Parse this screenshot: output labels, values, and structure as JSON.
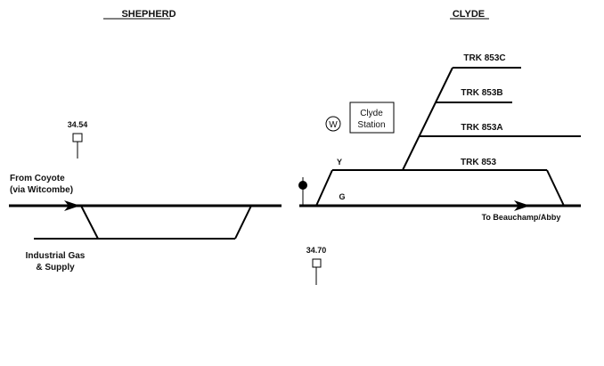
{
  "stations": {
    "left": {
      "title": "SHEPHERD"
    },
    "right": {
      "title": "CLYDE"
    }
  },
  "labels": {
    "from_line1": "From Coyote",
    "from_line2": "(via Witcombe)",
    "industry_line1": "Industrial Gas",
    "industry_line2": "& Supply",
    "to": "To Beauchamp/Abby",
    "siding_y": "Y",
    "siding_g": "G",
    "station_box_line1": "Clyde",
    "station_box_line2": "Station",
    "whistle": "W"
  },
  "mileposts": [
    {
      "value": "34.54"
    },
    {
      "value": "34.70"
    }
  ],
  "tracks": [
    {
      "name": "TRK 853C"
    },
    {
      "name": "TRK 853B"
    },
    {
      "name": "TRK 853A"
    },
    {
      "name": "TRK 853"
    }
  ],
  "colors": {
    "line": "#000000",
    "text": "#111111",
    "background": "#ffffff"
  }
}
